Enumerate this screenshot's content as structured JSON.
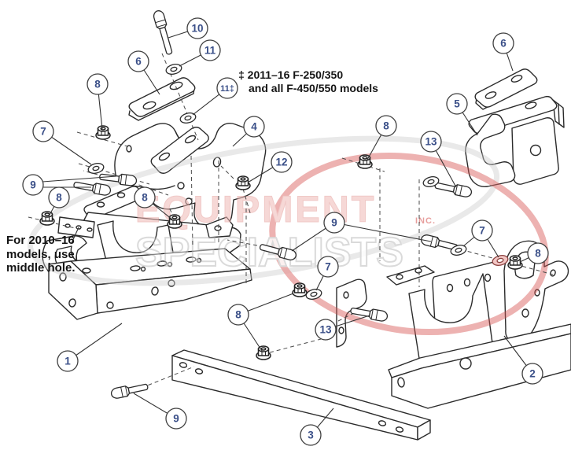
{
  "notes": {
    "dagger": {
      "line1": "‡ 2011–16 F-250/350",
      "line2": "and all F-450/550 models"
    },
    "middle_hole": {
      "line1": "For 2010–16",
      "line2": "models, use",
      "line3": "middle hole."
    }
  },
  "watermark": {
    "word_top": "EQUIPMENT",
    "word_bottom": "SPECIALISTS",
    "suffix": "INC."
  },
  "colors": {
    "callout_number": "#3a4f88",
    "note_text": "#141414",
    "watermark_red": "#d4504d",
    "watermark_pink": "#f0b9b6",
    "watermark_gray": "#cccccc",
    "line_art": "#2b2b2b"
  },
  "callouts": [
    {
      "label": "10"
    },
    {
      "label": "11"
    },
    {
      "label": "6"
    },
    {
      "label": "8"
    },
    {
      "label": "11‡"
    },
    {
      "label": "4"
    },
    {
      "label": "7"
    },
    {
      "label": "9"
    },
    {
      "label": "8"
    },
    {
      "label": "12"
    },
    {
      "label": "8"
    },
    {
      "label": "8"
    },
    {
      "label": "13"
    },
    {
      "label": "6"
    },
    {
      "label": "5"
    },
    {
      "label": "9"
    },
    {
      "label": "7"
    },
    {
      "label": "7"
    },
    {
      "label": "8"
    },
    {
      "label": "8"
    },
    {
      "label": "13"
    },
    {
      "label": "1"
    },
    {
      "label": "9"
    },
    {
      "label": "3"
    },
    {
      "label": "2"
    }
  ]
}
